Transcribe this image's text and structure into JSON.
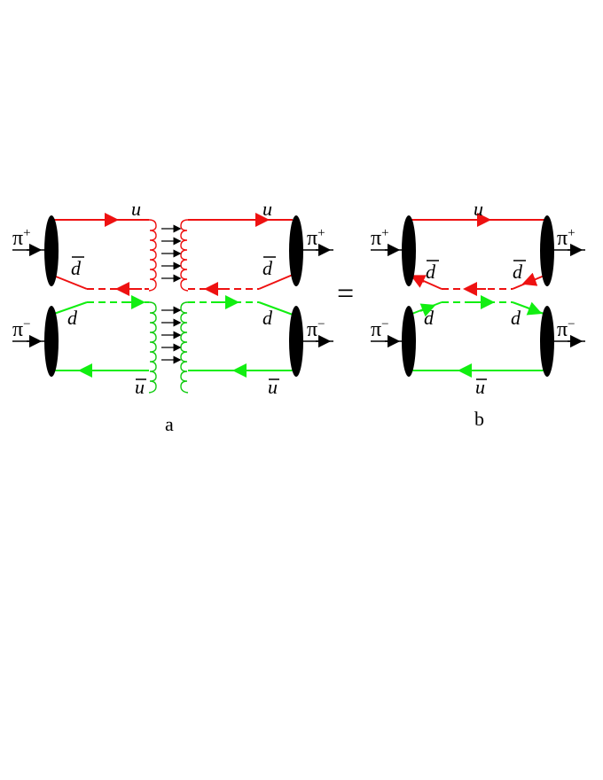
{
  "colors": {
    "up_pair": "#ee1111",
    "down_pair": "#11ee11",
    "meson": "#000000",
    "gluon_red": "#ee1111",
    "gluon_green": "#11cc11"
  },
  "labels": {
    "pi": "π",
    "plus": "+",
    "minus": "−",
    "u": "u",
    "d": "d",
    "ubar": "u",
    "dbar": "d",
    "equals": "=",
    "caption_a": "a",
    "caption_b": "b"
  }
}
